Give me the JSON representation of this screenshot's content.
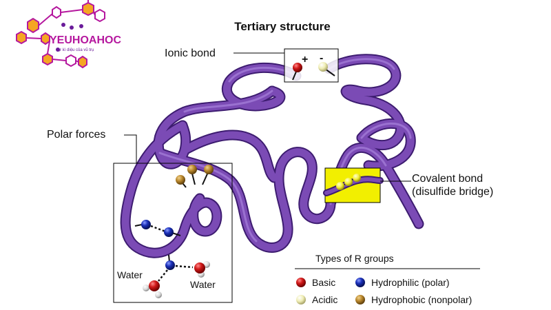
{
  "logo": {
    "brand": "YEUHOAHOC",
    "tagline": "sự kì diệu của vũ trụ",
    "color_magenta": "#b5179e",
    "color_orange": "#f5a623",
    "color_purple": "#6a1b9a"
  },
  "title": "Tertiary structure",
  "labels": {
    "ionic_bond": "Ionic bond",
    "plus_sign": "+",
    "minus_sign": "-",
    "polar_forces": "Polar forces",
    "covalent_bond_line1": "Covalent bond",
    "covalent_bond_line2": "(disulfide bridge)",
    "water_left": "Water",
    "water_right": "Water"
  },
  "legend": {
    "heading": "Types of R groups",
    "items": [
      {
        "label": "Basic",
        "color": "#cc1f1f"
      },
      {
        "label": "Hydrophilic (polar)",
        "color": "#1f2fb0"
      },
      {
        "label": "Acidic",
        "color": "#f2f0c0"
      },
      {
        "label": "Hydrophobic (nonpolar)",
        "color": "#b8862c"
      }
    ]
  },
  "colors": {
    "ribbon": "#7b4bb5",
    "ribbon_dark": "#3d1c70",
    "disulfide_box": "#f2ef00",
    "sulfur": "#f4ef3c"
  }
}
